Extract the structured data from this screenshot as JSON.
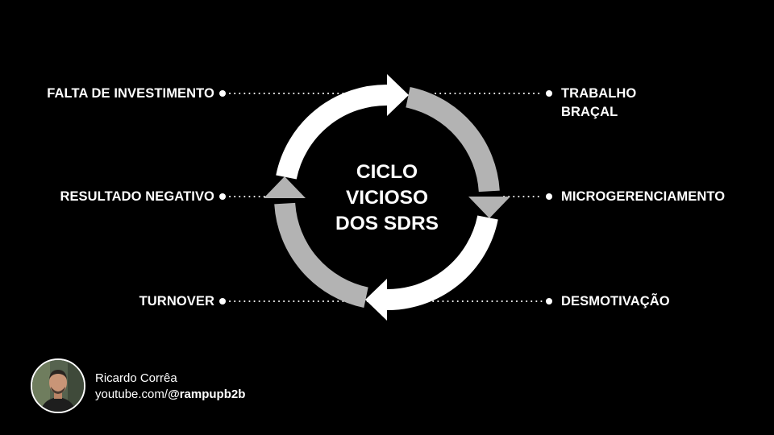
{
  "center_title": [
    "CICLO",
    "VICIOSO",
    "DOS SDRS"
  ],
  "labels": {
    "falta_investimento": "FALTA DE INVESTIMENTO",
    "resultado_negativo": "RESULTADO NEGATIVO",
    "turnover": "TURNOVER",
    "trabalho_bracal": [
      "TRABALHO",
      "BRAÇAL"
    ],
    "microgerenciamento": "MICROGERENCIAMENTO",
    "desmotivacao": "DESMOTIVAÇÃO"
  },
  "author": {
    "name": "Ricardo Corrêa",
    "channel_prefix": "youtube.com/",
    "channel_handle": "@rampupb2b"
  },
  "colors": {
    "background": "#000000",
    "ring_white": "#ffffff",
    "ring_gray": "#b3b3b3",
    "text": "#ffffff"
  }
}
